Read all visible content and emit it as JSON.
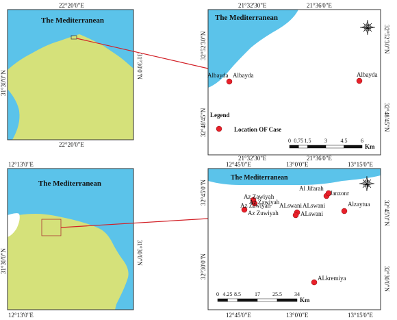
{
  "colors": {
    "sea": "#5bc3ea",
    "land": "#d5e17a",
    "frame": "#333333",
    "site": "#e8202a",
    "leader": "#d21f26",
    "text": "#111111",
    "white_patch": "#ffffff"
  },
  "top_overview": {
    "sea_label": "The Mediterranean",
    "top_coord": "22°20'0\"E",
    "bottom_coord": "22°20'0\"E",
    "left_coord": "31°30'0\"N",
    "right_coord": "31°30'0\"N"
  },
  "top_detail": {
    "sea_label": "The Mediterranean",
    "top_coords": [
      "21°32'30\"E",
      "21°36'0\"E"
    ],
    "bottom_coords": [
      "21°32'30\"E",
      "21°36'0\"E"
    ],
    "left_coords": [
      "32°52'30\"N",
      "32°48'45\"N"
    ],
    "right_coords": [
      "32°52'30\"N",
      "32°48'45\"N"
    ],
    "sites": [
      {
        "label": "Albayda"
      },
      {
        "label": "Albayda"
      },
      {
        "label": "Albayda"
      }
    ],
    "legend": {
      "title": "Legend",
      "item": "Location OF Case"
    },
    "scale": {
      "ticks": [
        "0",
        "0.75",
        "1.5",
        "3",
        "4.5",
        "6"
      ],
      "unit": "Km"
    },
    "north_arrow_icon": "compass-rose-icon"
  },
  "bottom_overview": {
    "sea_label": "The Mediterranean",
    "top_coord": "12°13'0\"E",
    "bottom_coord": "12°13'0\"E",
    "left_coord": "31°30'0\"N",
    "right_coord": "31°30'0\"N"
  },
  "bottom_detail": {
    "sea_label": "The Mediterranean",
    "top_coords": [
      "12°45'0\"E",
      "13°0'0\"E",
      "13°15'0\"E"
    ],
    "bottom_coords": [
      "12°45'0\"E",
      "13°0'0\"E",
      "13°15'0\"E"
    ],
    "left_coords": [
      "32°45'0\"N",
      "32°30'0\"N"
    ],
    "right_coords": [
      "32°45'0\"N",
      "32°30'0\"N"
    ],
    "sites": [
      {
        "label": "Az Zawiyah"
      },
      {
        "label": "Az Zawiyah"
      },
      {
        "label": "Az Zawiyah"
      },
      {
        "label": "Az Zuwiyah"
      },
      {
        "label": "ALswani"
      },
      {
        "label": "ALswani"
      },
      {
        "label": "ALswani"
      },
      {
        "label": "Al Jifarah"
      },
      {
        "label": "Janzonr"
      },
      {
        "label": "Alzaytua"
      },
      {
        "label": "ALkremiya"
      }
    ],
    "scale": {
      "ticks": [
        "0",
        "4.25",
        "8.5",
        "17",
        "25.5",
        "34"
      ],
      "unit": "Km"
    },
    "north_arrow_icon": "compass-rose-icon"
  }
}
